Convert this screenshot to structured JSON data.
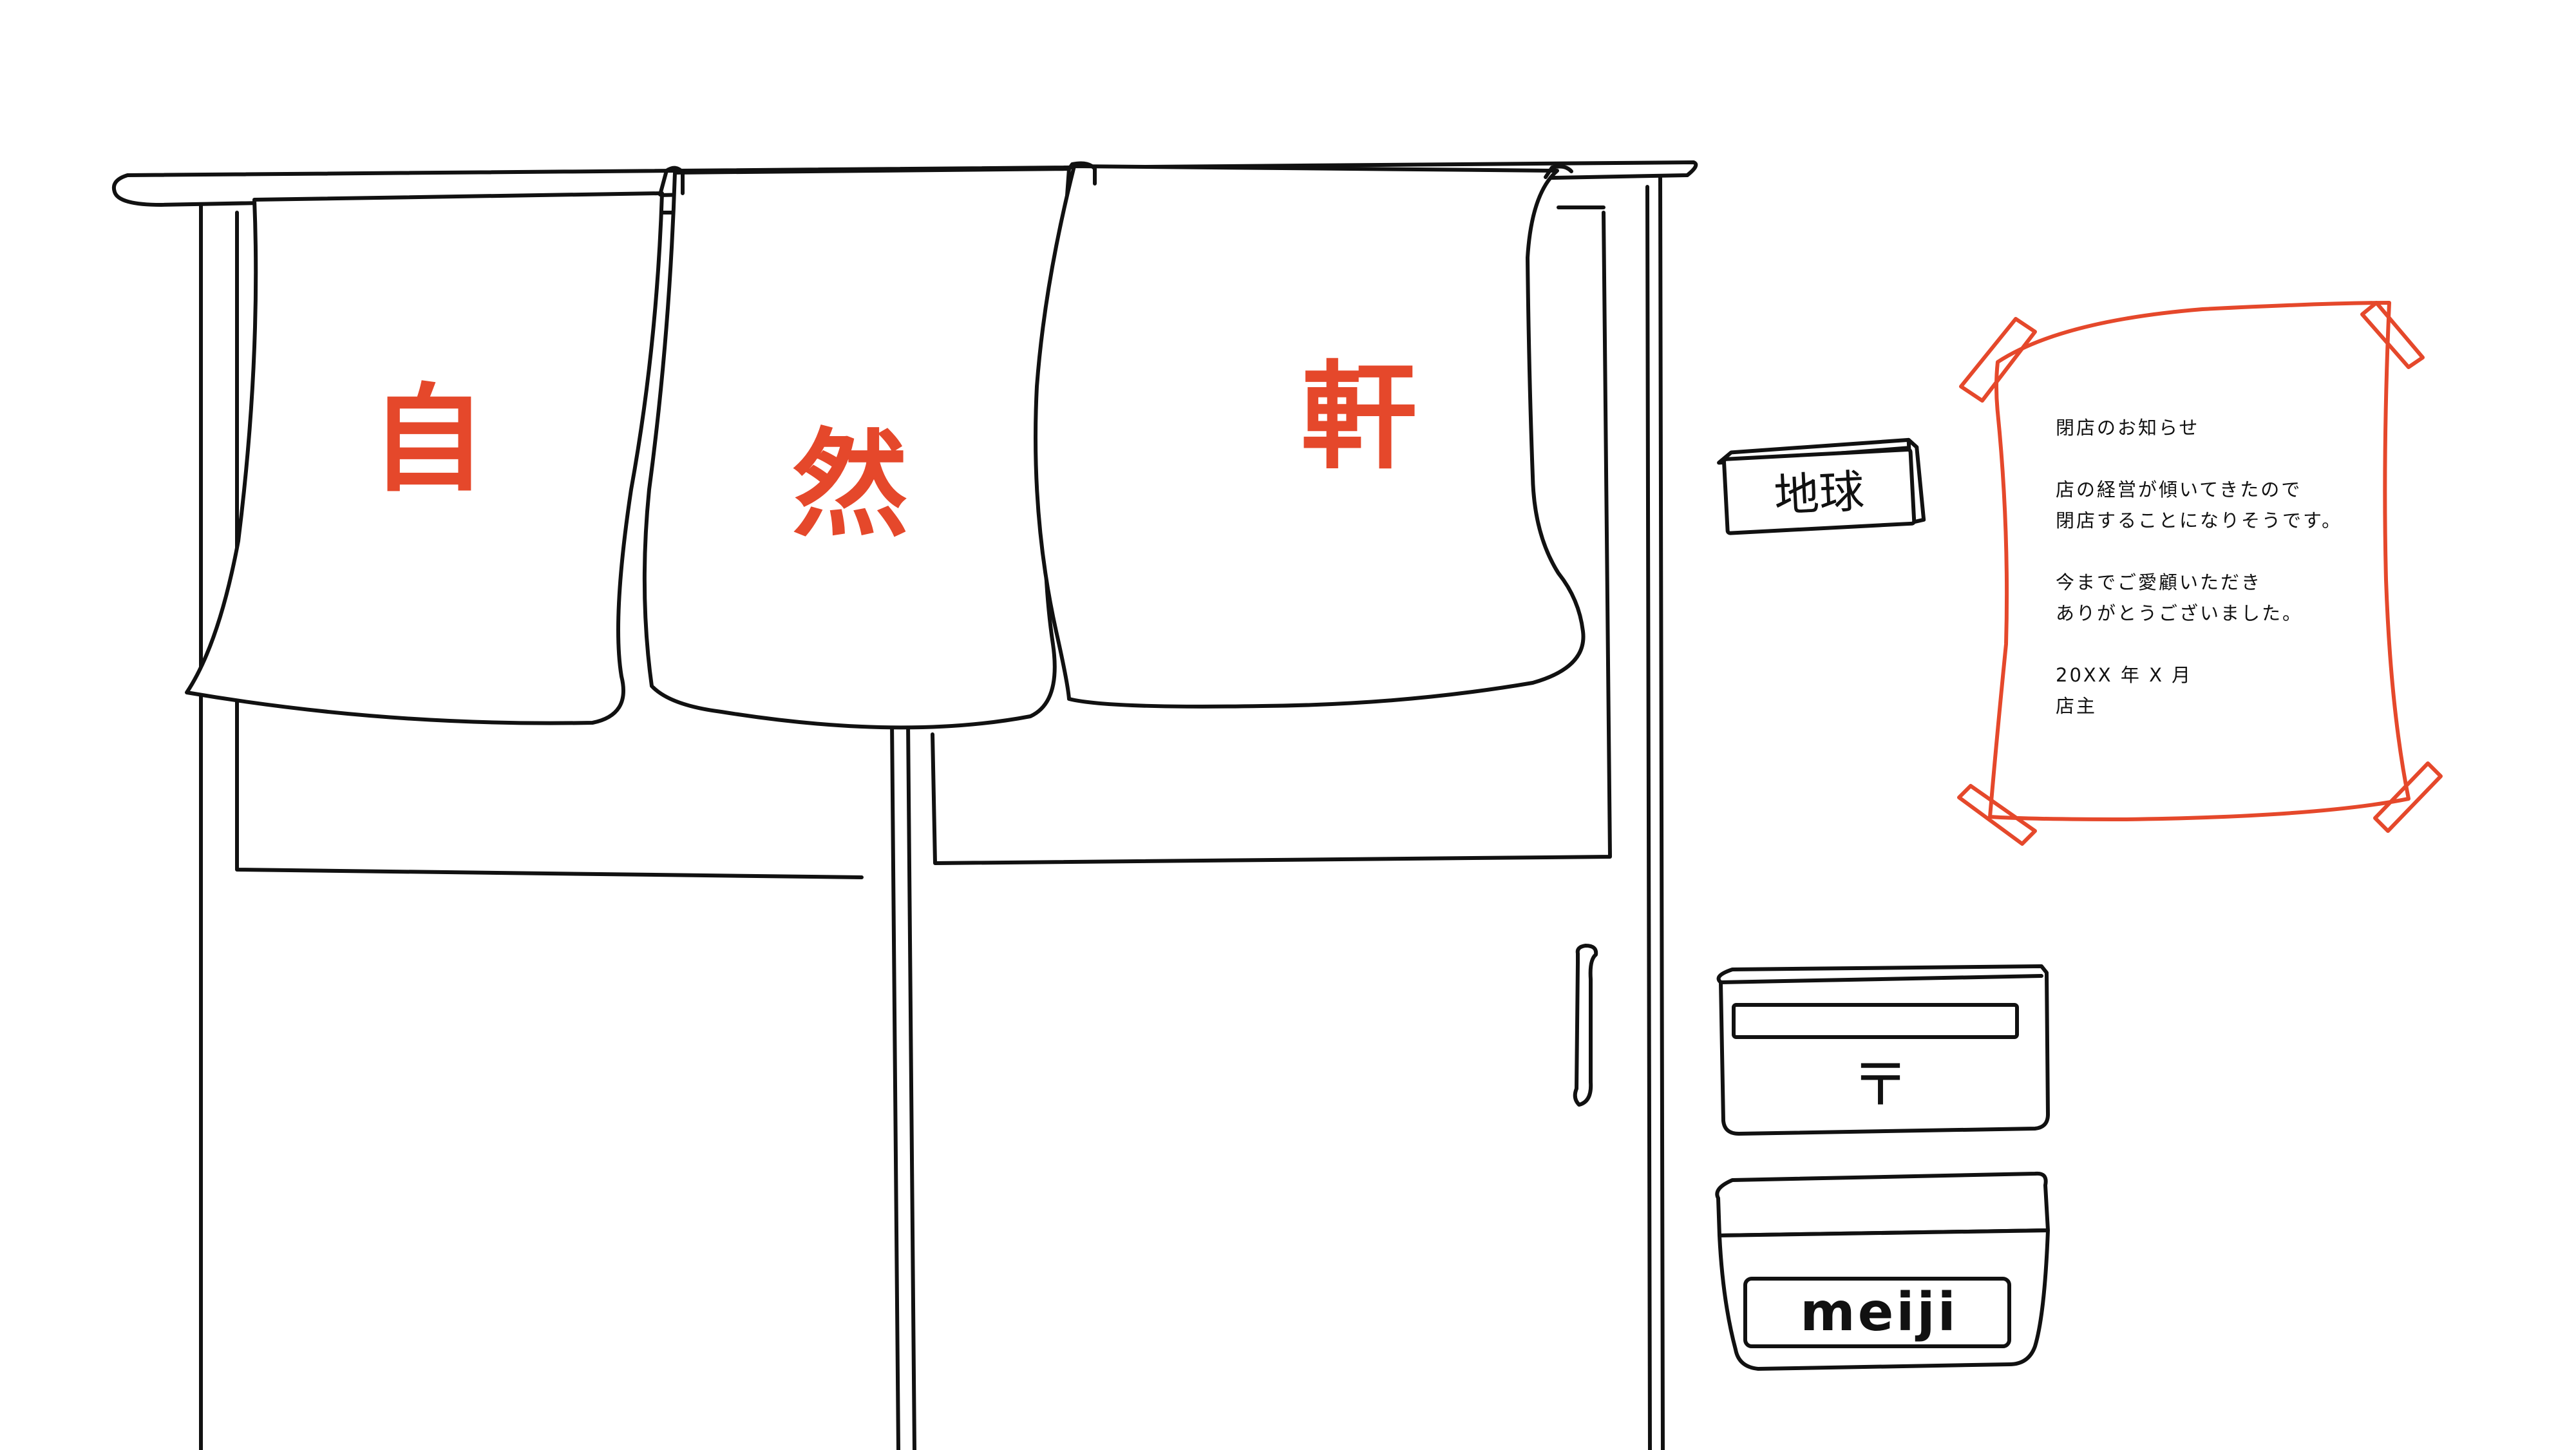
{
  "noren": {
    "left_char": "自",
    "center_char": "然",
    "right_char": "軒"
  },
  "nameplate": {
    "text": "地球"
  },
  "milk_box": {
    "brand": "meiji"
  },
  "mailbox": {
    "postal_mark": "〒"
  },
  "notice": {
    "title": "閉店のお知らせ",
    "body_line1": "店の経営が傾いてきたので",
    "body_line2": "閉店することになりそうです。",
    "thanks_line1": "今までご愛顧いただき",
    "thanks_line2": "ありがとうございました。",
    "date": "20XX 年 X 月",
    "signature": "店主"
  },
  "colors": {
    "accent_red": "#e5482b",
    "line_black": "#111111",
    "background": "#ffffff"
  }
}
